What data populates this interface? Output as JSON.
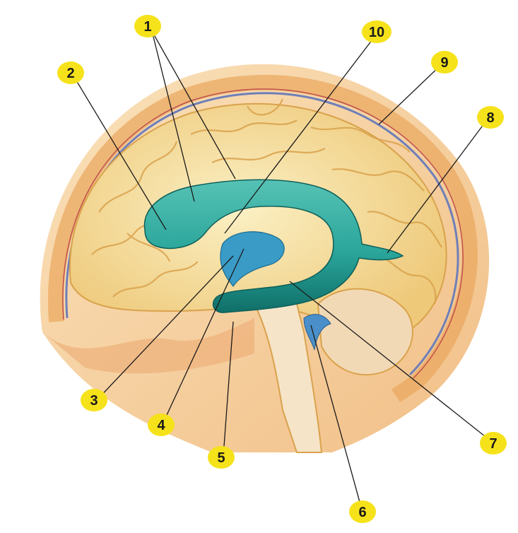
{
  "colors": {
    "marker": "#f6e21a",
    "ventricle": "#2aa59a",
    "ventricle_dark": "#127a72",
    "brain": "#f7e6a6",
    "skull": "#f3c98f",
    "leader": "#1a1a1a"
  },
  "labels": [
    {
      "id": "1",
      "text": "1"
    },
    {
      "id": "2",
      "text": "2"
    },
    {
      "id": "3",
      "text": "3"
    },
    {
      "id": "4",
      "text": "4"
    },
    {
      "id": "5",
      "text": "5"
    },
    {
      "id": "6",
      "text": "6"
    },
    {
      "id": "7",
      "text": "7"
    },
    {
      "id": "8",
      "text": "8"
    },
    {
      "id": "9",
      "text": "9"
    },
    {
      "id": "10",
      "text": "10"
    }
  ]
}
